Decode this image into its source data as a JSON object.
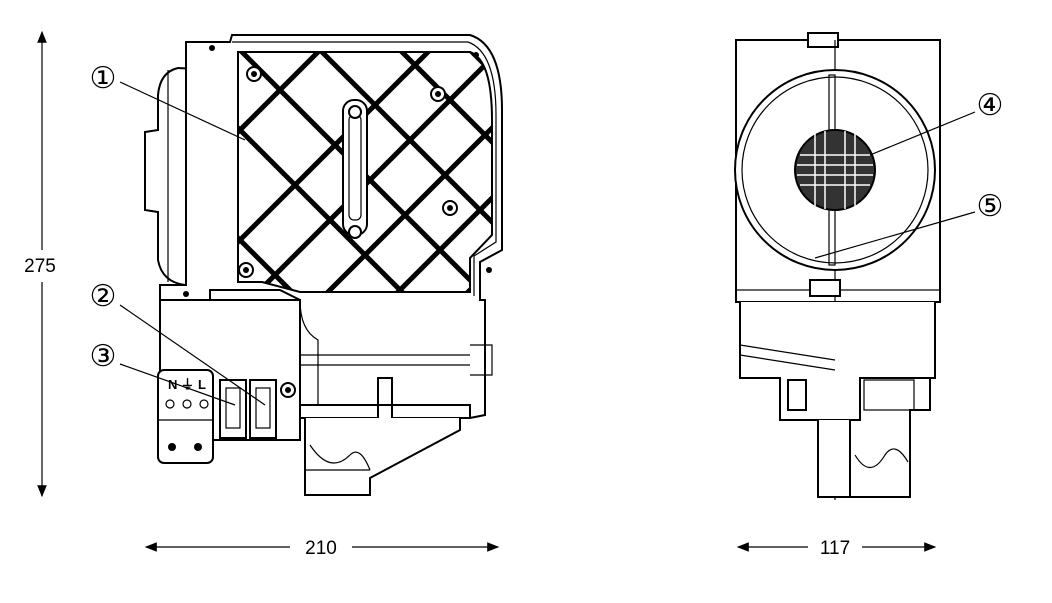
{
  "dimensions": {
    "height": "275",
    "width_front": "210",
    "width_side": "117"
  },
  "callouts": [
    "①",
    "②",
    "③",
    "④",
    "⑤"
  ],
  "terminal_labels": [
    "N",
    "⏚",
    "L"
  ],
  "colors": {
    "line": "#000000",
    "background": "#ffffff"
  }
}
